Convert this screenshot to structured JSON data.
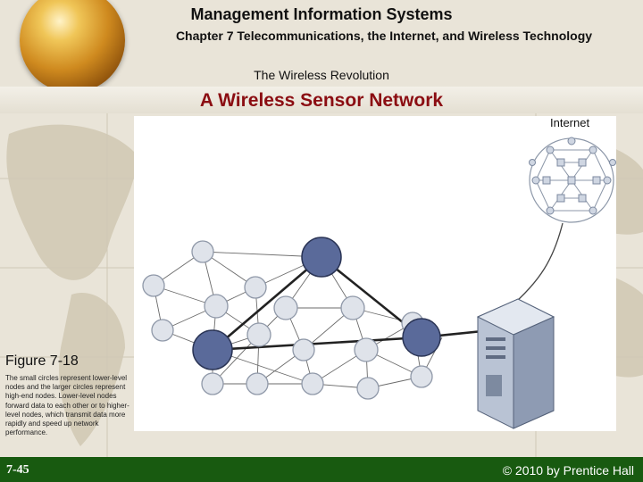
{
  "header": {
    "course_title": "Management Information Systems",
    "chapter_title": "Chapter 7 Telecommunications, the Internet, and Wireless Technology",
    "section_title": "The Wireless Revolution"
  },
  "slide": {
    "title": "A Wireless Sensor Network"
  },
  "figure": {
    "internet_label": "Internet",
    "label": "Figure 7-18",
    "caption": "The small circles represent lower-level nodes and the larger circles represent high-end nodes. Lower-level nodes forward data to each other or to higher-level nodes, which transmit data more rapidly and speed up network performance."
  },
  "footer": {
    "slide_number": "7-45",
    "copyright": "© 2010 by Prentice Hall"
  },
  "colors": {
    "title_red": "#8b0d12",
    "footer_green": "#185a10",
    "high_node": "#5a6a9a",
    "low_node": "#dfe3ea"
  }
}
